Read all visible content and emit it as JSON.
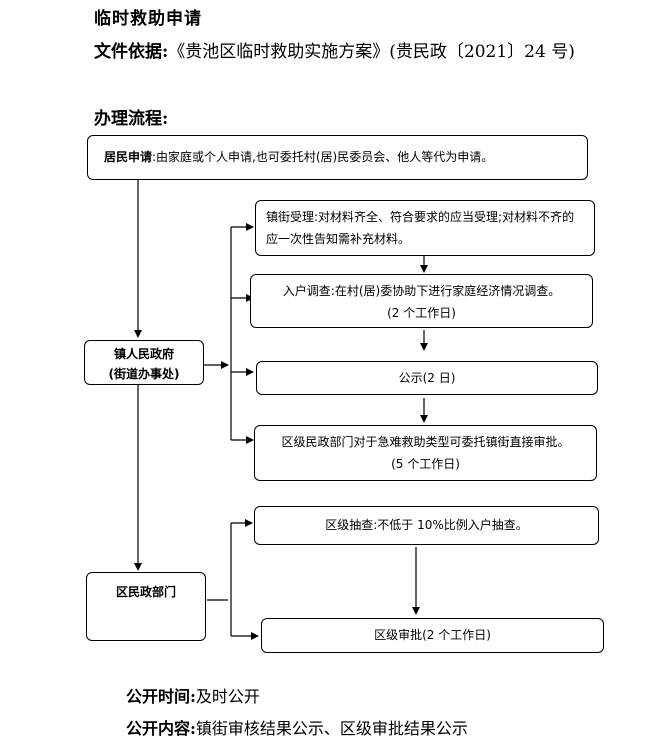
{
  "header": {
    "title": "临时救助申请",
    "basis_label": "文件依据:",
    "basis_text": "《贵池区临时救助实施方案》(贵民政〔2021〕24 号)",
    "process_label": "办理流程:"
  },
  "flow": {
    "resident_apply_label": "居民申请",
    "resident_apply_text": ":由家庭或个人申请,也可委托村(居)民委员会、他人等代为申请。",
    "town_gov_line1": "镇人民政府",
    "town_gov_line2": "(街道办事处)",
    "town_accept_text": "镇街受理:对材料齐全、符合要求的应当受理;对材料不齐的应一次性告知需补充材料。",
    "household_survey_line1": "入户调查:在村(居)委协助下进行家庭经济情况调查。",
    "household_survey_line2": "(2 个工作日)",
    "publicity_text": "公示(2 日)",
    "district_approval_line1": "区级民政部门对于急难救助类型可委托镇街直接审批。",
    "district_approval_line2": "(5 个工作日)",
    "district_dept_label": "区民政部门",
    "district_spot_check_text": "区级抽查:不低于 10%比例入户抽查。",
    "district_review_text": "区级审批(2 个工作日)"
  },
  "footer": {
    "public_time_label": "公开时间:",
    "public_time_value": "及时公开",
    "public_content_label": "公开内容:",
    "public_content_value": "镇街审核结果公示、区级审批结果公示"
  }
}
